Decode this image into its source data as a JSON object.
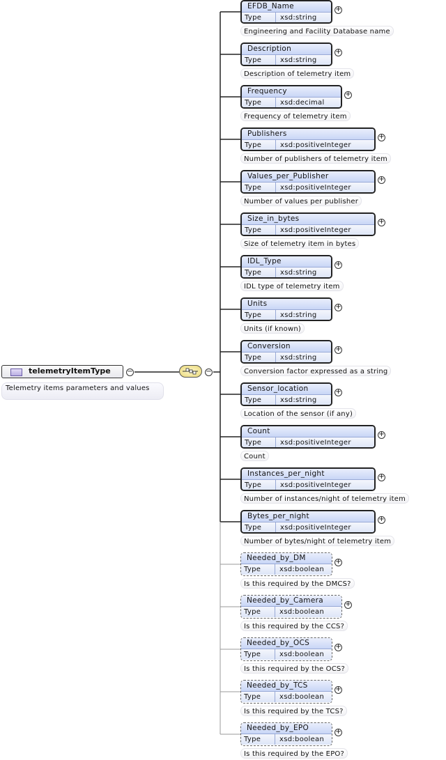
{
  "root": {
    "name": "telemetryItemType",
    "documentation": "Telemetry items parameters and values",
    "icon": "complex-type-icon",
    "color": "#b9aee2"
  },
  "compositor": {
    "icon": "sequence-compositor-icon",
    "color": "#e8d77a"
  },
  "type_key": "Type",
  "expand_symbol": "+",
  "collapse_symbol": "−",
  "elements": [
    {
      "name": "EFDB_Name",
      "type": "xsd:string",
      "doc": "Engineering and Facility Database name",
      "optional": false
    },
    {
      "name": "Description",
      "type": "xsd:string",
      "doc": "Description of telemetry item",
      "optional": false
    },
    {
      "name": "Frequency",
      "type": "xsd:decimal",
      "doc": "Frequency of telemetry item",
      "optional": false
    },
    {
      "name": "Publishers",
      "type": "xsd:positiveInteger",
      "doc": "Number of publishers of telemetry item",
      "optional": false
    },
    {
      "name": "Values_per_Publisher",
      "type": "xsd:positiveInteger",
      "doc": "Number of values per publisher",
      "optional": false
    },
    {
      "name": "Size_in_bytes",
      "type": "xsd:positiveInteger",
      "doc": "Size of telemetry item in bytes",
      "optional": false
    },
    {
      "name": "IDL_Type",
      "type": "xsd:string",
      "doc": "IDL type of telemetry item",
      "optional": false
    },
    {
      "name": "Units",
      "type": "xsd:string",
      "doc": "Units (if known)",
      "optional": false
    },
    {
      "name": "Conversion",
      "type": "xsd:string",
      "doc": "Conversion factor expressed as a string",
      "optional": false
    },
    {
      "name": "Sensor_location",
      "type": "xsd:string",
      "doc": "Location of the sensor (if any)",
      "optional": false
    },
    {
      "name": "Count",
      "type": "xsd:positiveInteger",
      "doc": "Count",
      "optional": false
    },
    {
      "name": "Instances_per_night",
      "type": "xsd:positiveInteger",
      "doc": "Number of instances/night of telemetry item",
      "optional": false
    },
    {
      "name": "Bytes_per_night",
      "type": "xsd:positiveInteger",
      "doc": "Number of bytes/night of telemetry item",
      "optional": false
    },
    {
      "name": "Needed_by_DM",
      "type": "xsd:boolean",
      "doc": "Is this required by the DMCS?",
      "optional": true
    },
    {
      "name": "Needed_by_Camera",
      "type": "xsd:boolean",
      "doc": "Is this required by the CCS?",
      "optional": true
    },
    {
      "name": "Needed_by_OCS",
      "type": "xsd:boolean",
      "doc": "Is this required by the OCS?",
      "optional": true
    },
    {
      "name": "Needed_by_TCS",
      "type": "xsd:boolean",
      "doc": "Is this required by the TCS?",
      "optional": true
    },
    {
      "name": "Needed_by_EPO",
      "type": "xsd:boolean",
      "doc": "Is this required by the EPO?",
      "optional": true
    }
  ]
}
